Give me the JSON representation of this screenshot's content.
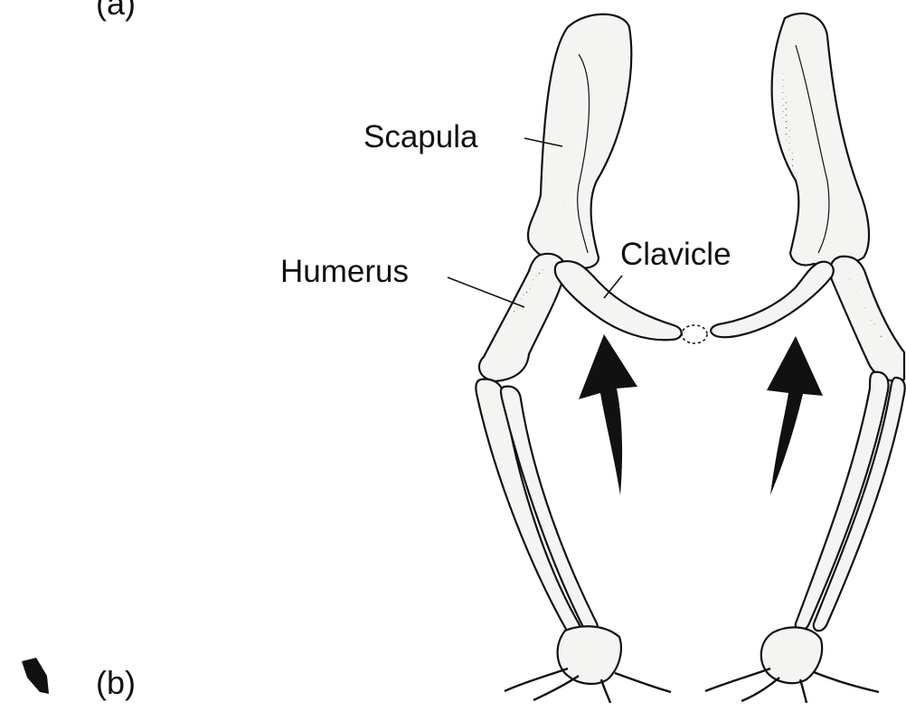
{
  "panels": {
    "a_label": "(a)",
    "b_label": "(b)"
  },
  "labels": {
    "scapula": "Scapula",
    "humerus": "Humerus",
    "clavicle": "Clavicle"
  },
  "colors": {
    "ink": "#111111",
    "bone_fill": "#f4f4f2",
    "stipple": "#8a8a8a",
    "background": "#ffffff"
  },
  "icons": {
    "arrow_left": "upward-arrow-icon",
    "arrow_right": "upward-arrow-icon",
    "corner_mark": "scribble-mark-icon"
  }
}
